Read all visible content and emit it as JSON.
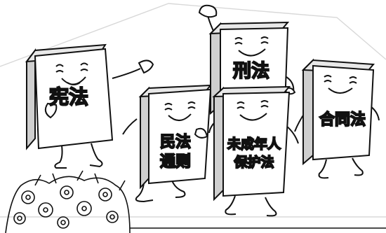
{
  "books": {
    "xianfa": "宪法",
    "xingfa": "刑法",
    "minfa_line1": "民法",
    "minfa_line2": "通则",
    "weicheng_line1": "未成年人",
    "weicheng_line2": "保护法",
    "hetong": "合同法"
  },
  "colors": {
    "ink": "#111111",
    "book_face": "#ffffff",
    "book_spine": "#cfcfcf",
    "background": "#ffffff"
  }
}
